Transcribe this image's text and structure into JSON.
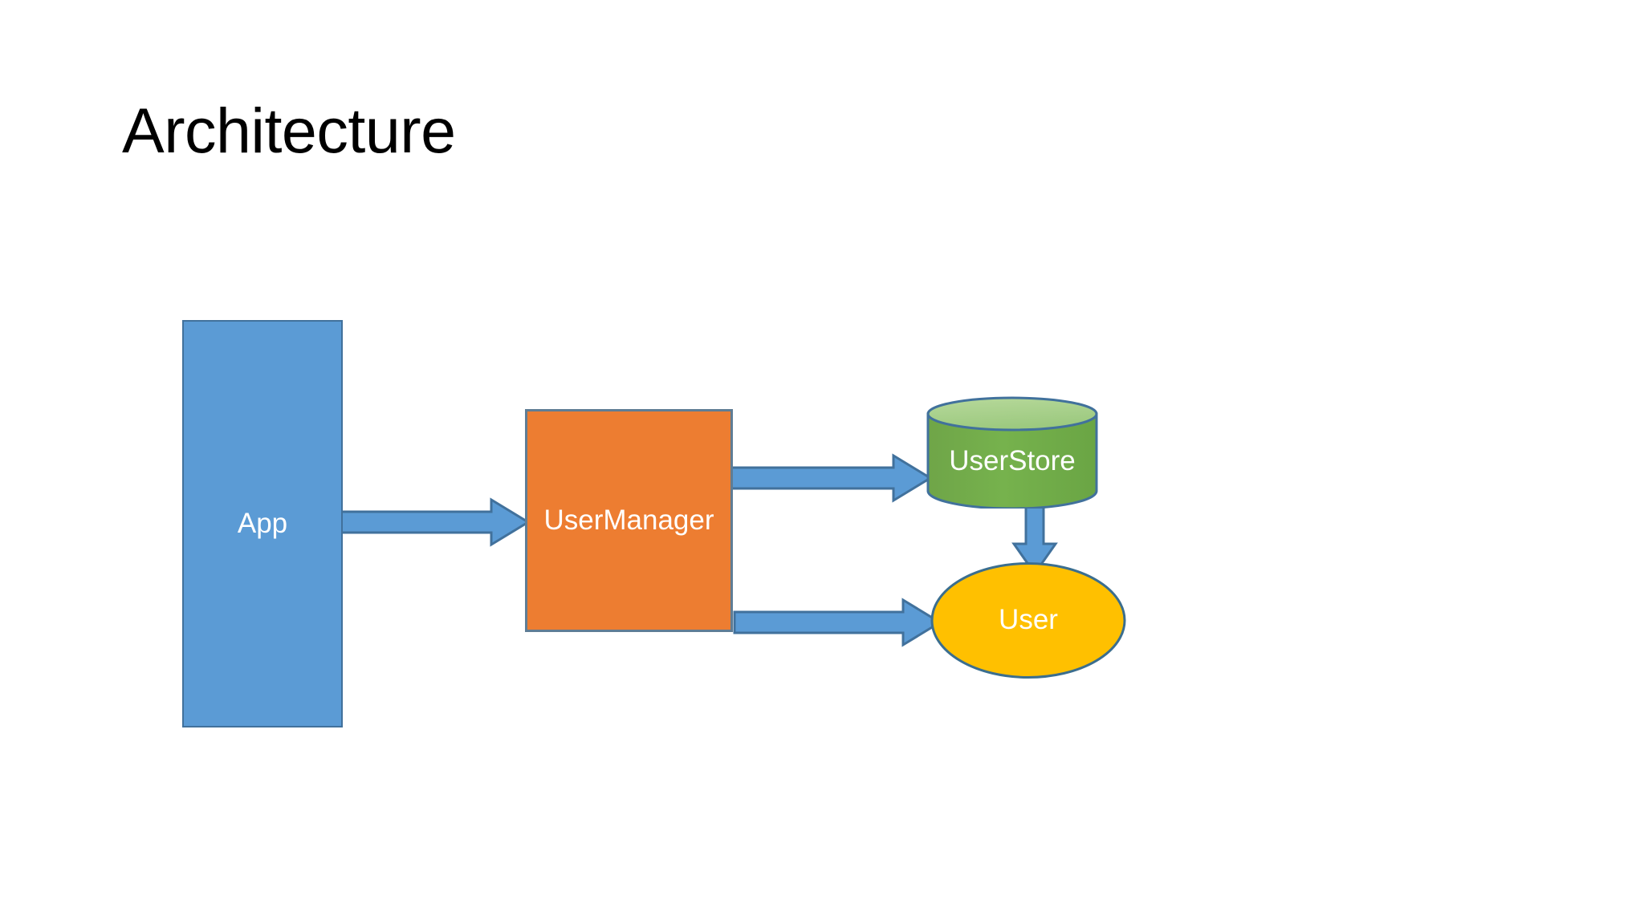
{
  "slide": {
    "title": "Architecture",
    "background_color": "#FFFFFF"
  },
  "diagram": {
    "type": "architecture-flow",
    "nodes": [
      {
        "id": "app",
        "label": "App",
        "shape": "rectangle",
        "fill_color": "#5B9BD5",
        "border_color": "#41719C",
        "text_color": "#FFFFFF"
      },
      {
        "id": "usermanager",
        "label": "UserManager",
        "shape": "rectangle",
        "fill_color": "#ED7D31",
        "border_color": "#5F7D95",
        "text_color": "#FFFFFF"
      },
      {
        "id": "userstore",
        "label": "UserStore",
        "shape": "cylinder",
        "fill_color": "#70AD47",
        "top_fill_color": "#A9D18E",
        "border_color": "#41719C",
        "text_color": "#FFFFFF"
      },
      {
        "id": "user",
        "label": "User",
        "shape": "ellipse",
        "fill_color": "#FFC000",
        "border_color": "#3B6E8F",
        "text_color": "#FFFFFF"
      }
    ],
    "connectors": [
      {
        "id": "app-to-usermanager",
        "from": "app",
        "to": "usermanager",
        "direction": "right",
        "style": "block-arrow",
        "fill_color": "#5B9BD5",
        "border_color": "#41719C"
      },
      {
        "id": "usermanager-to-userstore",
        "from": "usermanager",
        "to": "userstore",
        "direction": "right",
        "style": "block-arrow",
        "fill_color": "#5B9BD5",
        "border_color": "#41719C"
      },
      {
        "id": "usermanager-to-user",
        "from": "usermanager",
        "to": "user",
        "direction": "right",
        "style": "block-arrow",
        "fill_color": "#5B9BD5",
        "border_color": "#41719C"
      },
      {
        "id": "userstore-to-user",
        "from": "userstore",
        "to": "user",
        "direction": "down",
        "style": "block-arrow",
        "fill_color": "#5B9BD5",
        "border_color": "#41719C"
      }
    ]
  }
}
